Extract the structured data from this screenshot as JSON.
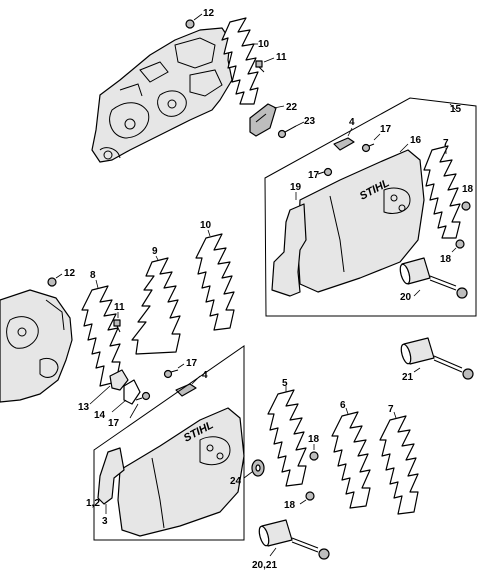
{
  "diagram": {
    "brand_label": "STIHL",
    "callouts": {
      "c12_top": "12",
      "c10_top": "10",
      "c11_top": "11",
      "c22": "22",
      "c23": "23",
      "c15": "15",
      "c4_top": "4",
      "c17_top_a": "17",
      "c16": "16",
      "c17_top_b": "17",
      "c7_top": "7",
      "c19": "19",
      "c18_top_a": "18",
      "c18_top_b": "18",
      "c20": "20",
      "c10_mid": "10",
      "c9": "9",
      "c12_mid": "12",
      "c8": "8",
      "c11_mid": "11",
      "c17_mid": "17",
      "c4_mid": "4",
      "c13": "13",
      "c14": "14",
      "c17_low": "17",
      "c21": "21",
      "c5": "5",
      "c6": "6",
      "c7_low": "7",
      "c18_low_a": "18",
      "c18_low_b": "18",
      "c24": "24",
      "c1_2": "1,2",
      "c3": "3",
      "c20_21": "20,21"
    }
  }
}
